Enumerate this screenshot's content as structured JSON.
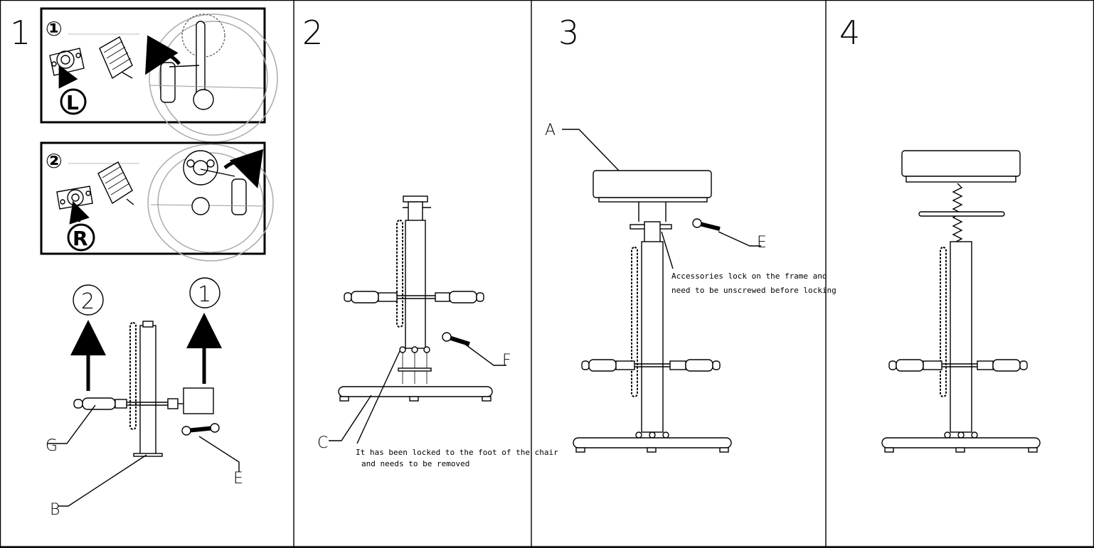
{
  "panels": [
    {
      "step": "1"
    },
    {
      "step": "2"
    },
    {
      "step": "3"
    },
    {
      "step": "4"
    }
  ],
  "panel1": {
    "box1_num": "①",
    "box2_num": "②",
    "left_marker": "L",
    "right_marker": "R",
    "arrow_left_num": "2",
    "arrow_right_num": "1",
    "label_g": "G",
    "label_e": "E",
    "label_b": "B"
  },
  "panel2": {
    "label_f": "F",
    "label_c": "C",
    "note_line1": "It has been locked to the foot of the chair",
    "note_line2": "and needs to be removed"
  },
  "panel3": {
    "label_a": "A",
    "label_e": "E",
    "note_line1": "Accessories lock on the frame and",
    "note_line2": "need to be unscrewed before locking"
  },
  "colors": {
    "line": "#000000",
    "background": "#ffffff"
  }
}
